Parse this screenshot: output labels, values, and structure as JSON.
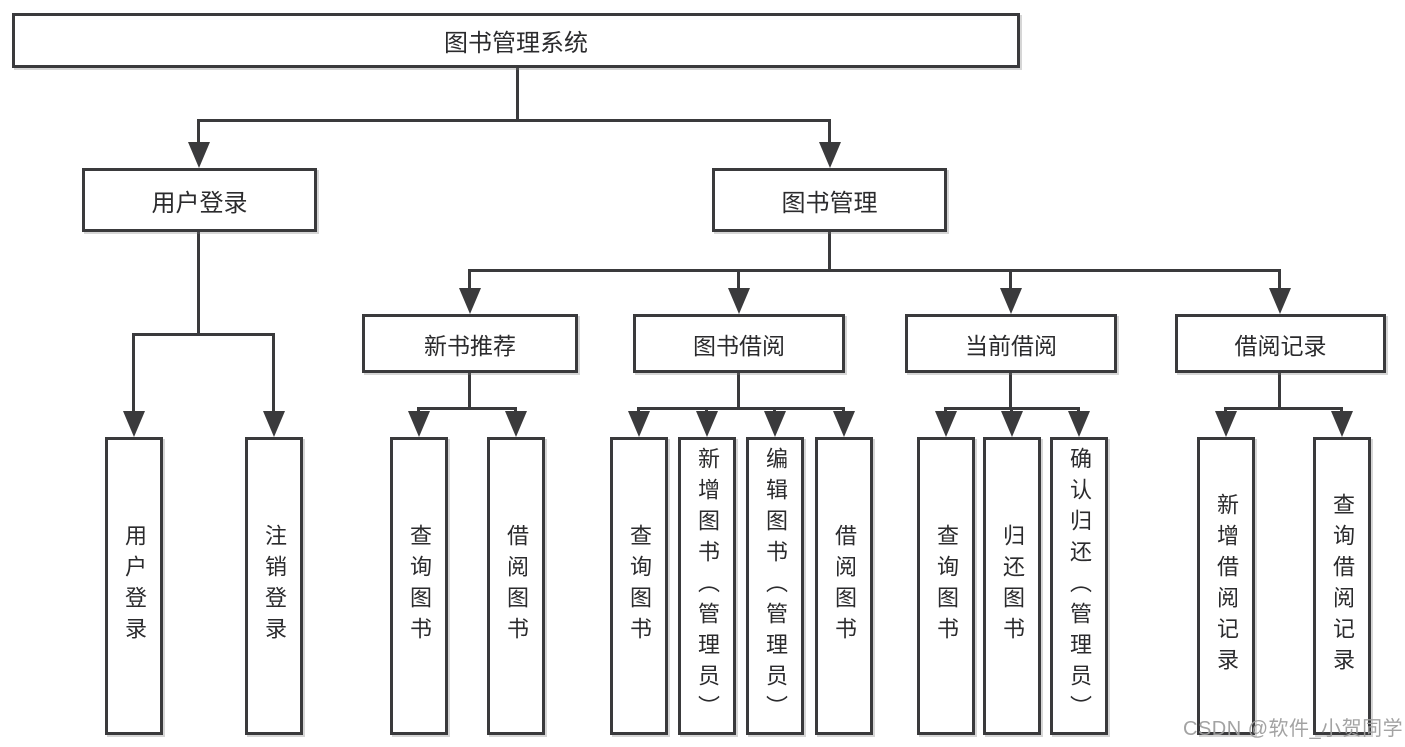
{
  "diagram": {
    "root": {
      "label": "图书管理系统"
    },
    "branches": [
      {
        "label": "用户登录",
        "children": [
          "用户登录",
          "注销登录"
        ]
      },
      {
        "label": "图书管理",
        "sections": [
          {
            "label": "新书推荐",
            "children": [
              "查询图书",
              "借阅图书"
            ]
          },
          {
            "label": "图书借阅",
            "children": [
              "查询图书",
              "新增图书（管理员）",
              "编辑图书（管理员）",
              "借阅图书"
            ]
          },
          {
            "label": "当前借阅",
            "children": [
              "查询图书",
              "归还图书",
              "确认归还（管理员）"
            ]
          },
          {
            "label": "借阅记录",
            "children": [
              "新增借阅记录",
              "查询借阅记录"
            ]
          }
        ]
      }
    ]
  },
  "watermark": "CSDN @软件_小贺同学",
  "colors": {
    "line": "#3a3a3c",
    "text": "#2b2b2d",
    "watermark": "#9e9e9e",
    "background": "#ffffff"
  }
}
